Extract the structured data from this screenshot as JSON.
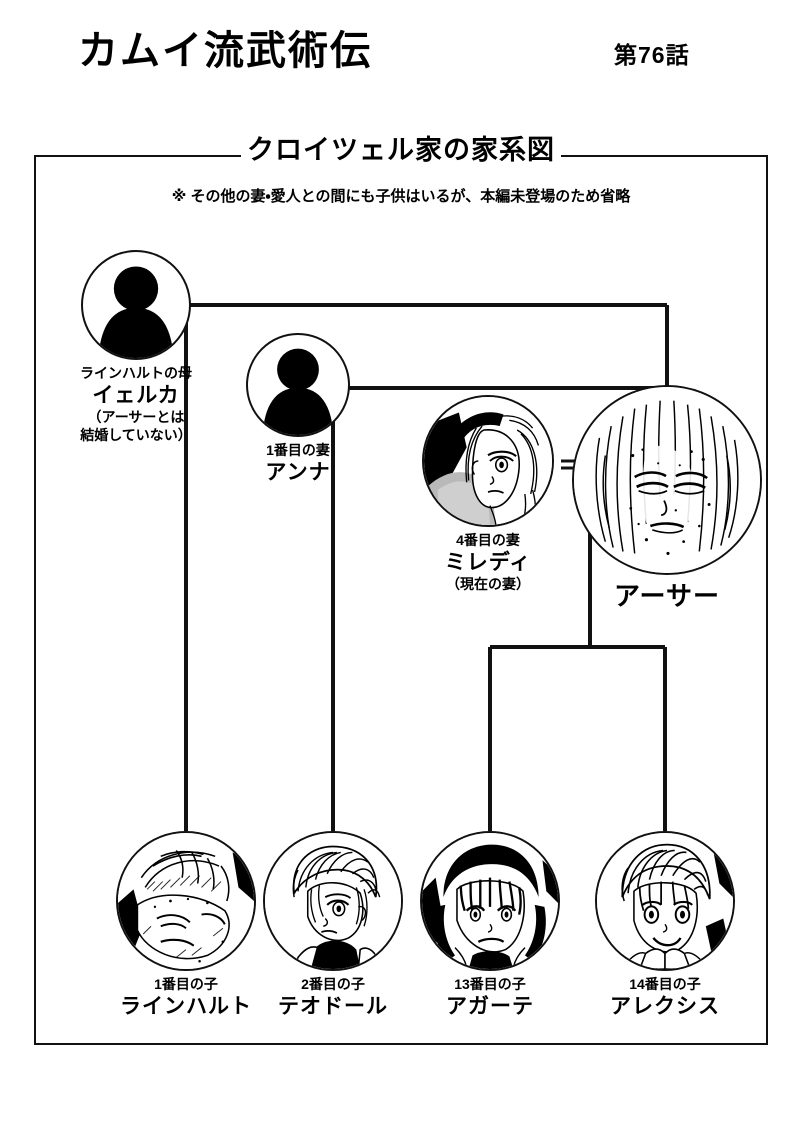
{
  "header": {
    "manga_title": "カムイ流武術伝",
    "chapter_label": "第76話"
  },
  "diagram": {
    "title": "クロイツェル家の家系図",
    "note": "※ その他の妻・愛人との間にも子供はいるが、本編未登場のため省略",
    "people": {
      "yelka": {
        "role": "ラインハルトの母",
        "name": "イェルカ",
        "sub_line1": "（アーサーとは",
        "sub_line2": "結婚していない）",
        "portrait": "silhouette-avatar-icon"
      },
      "anna": {
        "role": "1番目の妻",
        "name": "アンナ",
        "portrait": "silhouette-avatar-icon"
      },
      "milady": {
        "role": "4番目の妻",
        "name": "ミレディ",
        "sub_line1": "（現在の妻）",
        "portrait": "milady-portrait-icon"
      },
      "arthur": {
        "role": "",
        "name": "アーサー",
        "portrait": "arthur-portrait-icon"
      },
      "reinhardt": {
        "role": "1番目の子",
        "name": "ラインハルト",
        "portrait": "reinhardt-portrait-icon"
      },
      "theodor": {
        "role": "2番目の子",
        "name": "テオドール",
        "portrait": "theodor-portrait-icon"
      },
      "agathe": {
        "role": "13番目の子",
        "name": "アガーテ",
        "portrait": "agathe-portrait-icon"
      },
      "alexis": {
        "role": "14番目の子",
        "name": "アレクシス",
        "portrait": "alexis-portrait-icon"
      }
    }
  },
  "colors": {
    "ink": "#111111",
    "paper": "#ffffff",
    "silhouette": "#000000"
  }
}
